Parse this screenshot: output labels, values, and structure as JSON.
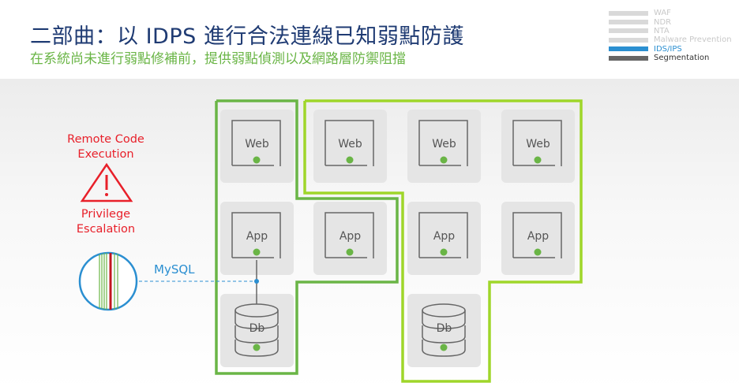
{
  "header": {
    "title": "二部曲：以 IDPS 進行合法連線已知弱點防護",
    "subtitle": "在系統尚未進行弱點修補前，提供弱點偵測以及網路層防禦阻擋"
  },
  "legend": {
    "items": [
      {
        "label": "WAF",
        "state": "inactive",
        "bar_color": "#d9d9d9",
        "text_color": "#c8c8c8"
      },
      {
        "label": "NDR",
        "state": "inactive",
        "bar_color": "#d9d9d9",
        "text_color": "#c8c8c8"
      },
      {
        "label": "NTA",
        "state": "inactive",
        "bar_color": "#d9d9d9",
        "text_color": "#c8c8c8"
      },
      {
        "label": "Malware Prevention",
        "state": "inactive",
        "bar_color": "#d9d9d9",
        "text_color": "#c8c8c8"
      },
      {
        "label": "IDS/IPS",
        "state": "active",
        "bar_color": "#2b8fd1",
        "text_color": "#2b8fd1"
      },
      {
        "label": "Segmentation",
        "state": "enabled",
        "bar_color": "#666666",
        "text_color": "#333333"
      }
    ]
  },
  "threat": {
    "top_label_line1": "Remote Code",
    "top_label_line2": "Execution",
    "bottom_label_line1": "Privilege",
    "bottom_label_line2": "Escalation",
    "icon": "warning-triangle-icon",
    "color": "#e8202a"
  },
  "connection": {
    "label": "MySQL",
    "color": "#2b8fd1",
    "inspector_icon": "packet-inspection-icon"
  },
  "segments": [
    {
      "name": "segment-left",
      "color": "#6ab546"
    },
    {
      "name": "segment-right",
      "color": "#9fd62a"
    }
  ],
  "nodes": [
    {
      "label": "Web",
      "type": "server",
      "status_color": "#6ab546"
    },
    {
      "label": "Web",
      "type": "server",
      "status_color": "#6ab546"
    },
    {
      "label": "Web",
      "type": "server",
      "status_color": "#6ab546"
    },
    {
      "label": "Web",
      "type": "server",
      "status_color": "#6ab546"
    },
    {
      "label": "App",
      "type": "server",
      "status_color": "#6ab546"
    },
    {
      "label": "App",
      "type": "server",
      "status_color": "#6ab546"
    },
    {
      "label": "App",
      "type": "server",
      "status_color": "#6ab546"
    },
    {
      "label": "App",
      "type": "server",
      "status_color": "#6ab546"
    },
    {
      "label": "Db",
      "type": "database",
      "status_color": "#6ab546"
    },
    {
      "label": "Db",
      "type": "database",
      "status_color": "#6ab546"
    }
  ]
}
